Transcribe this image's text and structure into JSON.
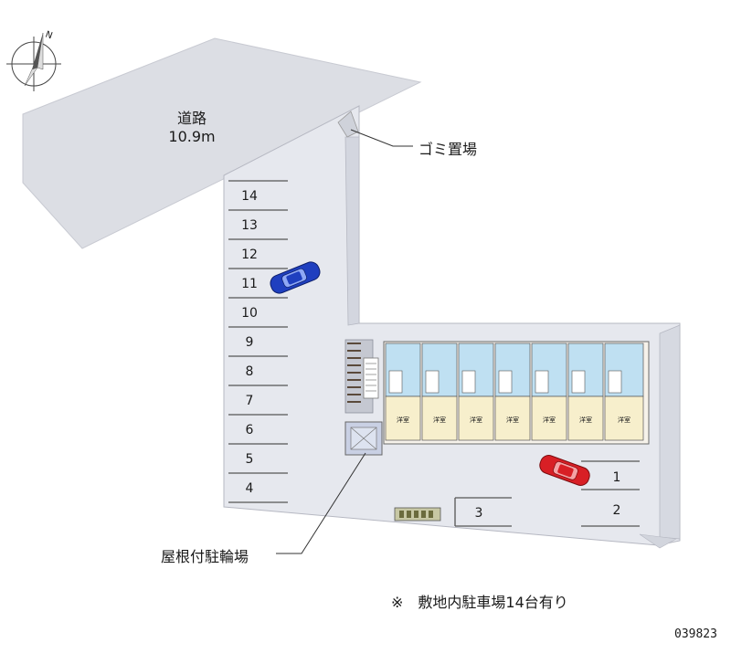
{
  "road": {
    "name": "道路",
    "width": "10.9m"
  },
  "callouts": {
    "garbage": "ゴミ置場",
    "bicycle": "屋根付駐輪場"
  },
  "parking_spaces_left": [
    "14",
    "13",
    "12",
    "11",
    "10",
    "9",
    "8",
    "7",
    "6",
    "5",
    "4"
  ],
  "parking_spaces_right": [
    "1",
    "2",
    "3"
  ],
  "unit_labels": [
    "洋室",
    "洋室",
    "洋室",
    "洋室",
    "洋室",
    "洋室",
    "洋室"
  ],
  "note": "※　敷地内駐車場14台有り",
  "property_id": "039823",
  "compass": {
    "north_label": "N"
  },
  "colors": {
    "ground": "#e6e8ee",
    "road": "#dcdee4",
    "building_top": "#bfe0f2",
    "building_bottom": "#f7efcc",
    "car_blue": "#1f3fbf",
    "car_red": "#d81f25"
  },
  "icons": [
    "compass-icon",
    "car-blue-icon",
    "car-red-icon"
  ]
}
